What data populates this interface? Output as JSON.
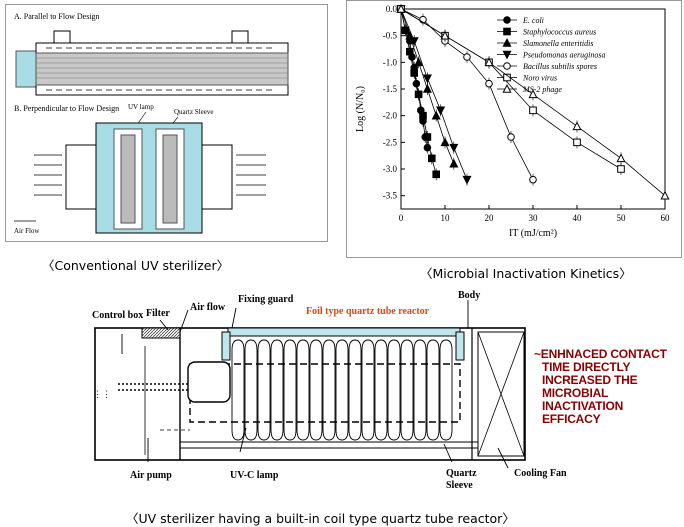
{
  "panel_a": {
    "label_a": "A. Parallel to Flow Design",
    "label_b": "B. Perpendicular  to Flow Design",
    "uv_lamp": "UV lamp",
    "quartz_sleeve": "Quartz Sleeve",
    "air_flow": "Air Flow",
    "caption": "〈Conventional UV sterilizer〉"
  },
  "chart_data": {
    "type": "scatter",
    "ylabel": "Log (N/N₀)",
    "xlabel": "IT (mJ/cm²)",
    "xlim": [
      0,
      60
    ],
    "ylim": [
      -3.75,
      0
    ],
    "xticks": [
      "0",
      "10",
      "20",
      "30",
      "40",
      "50",
      "60"
    ],
    "yticks": [
      "0.0",
      "-0.5",
      "-1.0",
      "-1.5",
      "-2.0",
      "-2.5",
      "-3.0",
      "-3.5"
    ],
    "legend_position": "top-right",
    "series": [
      {
        "name": "E. coli",
        "marker": "circle-filled",
        "x": [
          0,
          1,
          2,
          2.5,
          3,
          3.5,
          4,
          4.5,
          5,
          5.5,
          6
        ],
        "y": [
          0,
          -0.4,
          -0.6,
          -0.9,
          -1.1,
          -1.4,
          -1.6,
          -1.9,
          -2.1,
          -2.4,
          -2.6
        ]
      },
      {
        "name": "Staphylococcus aureus",
        "marker": "square-filled",
        "x": [
          0,
          1,
          2,
          3,
          4,
          5,
          6,
          7,
          8
        ],
        "y": [
          0,
          -0.4,
          -0.8,
          -1.2,
          -1.6,
          -2.0,
          -2.4,
          -2.8,
          -3.1
        ]
      },
      {
        "name": "Slamonella enteritidis",
        "marker": "triangle-up-filled",
        "x": [
          0,
          2,
          4,
          6,
          8,
          10,
          12
        ],
        "y": [
          0,
          -0.5,
          -1.0,
          -1.5,
          -2.0,
          -2.5,
          -2.9
        ]
      },
      {
        "name": "Pseudomonas aeruginosa",
        "marker": "triangle-down-filled",
        "x": [
          0,
          3,
          6,
          9,
          12,
          15
        ],
        "y": [
          0,
          -0.6,
          -1.3,
          -1.9,
          -2.6,
          -3.2
        ]
      },
      {
        "name": "Bacillus subtilis spores",
        "marker": "circle-open",
        "x": [
          0,
          5,
          10,
          15,
          20,
          25,
          30
        ],
        "y": [
          0,
          -0.2,
          -0.6,
          -0.9,
          -1.4,
          -2.4,
          -3.2
        ]
      },
      {
        "name": "Noro virus",
        "marker": "square-open",
        "x": [
          0,
          10,
          20,
          30,
          40,
          50
        ],
        "y": [
          0,
          -0.5,
          -1.0,
          -1.9,
          -2.5,
          -3.0
        ]
      },
      {
        "name": "MS-2 phage",
        "marker": "triangle-up-open",
        "x": [
          0,
          10,
          20,
          30,
          40,
          50,
          60
        ],
        "y": [
          0,
          -0.5,
          -1.0,
          -1.6,
          -2.2,
          -2.8,
          -3.5
        ]
      }
    ],
    "caption": "〈Microbial Inactivation Kinetics〉"
  },
  "reactor": {
    "control_box": "Control box",
    "filter": "Filter",
    "air_flow": "Air flow",
    "fixing_guard": "Fixing guard",
    "foil_reactor": "Foil type quartz tube reactor",
    "body": "Body",
    "uvc_lamp": "UV-C lamp",
    "air_pump": "Air pump",
    "quartz": "Quartz",
    "sleeve": "Sleeve",
    "cooling_fan": "Cooling Fan",
    "caption": "〈UV sterilizer having a built-in coil type quartz tube reactor〉"
  },
  "note": {
    "line1": "~ENHNACED CONTACT",
    "line2": "TIME DIRECTLY",
    "line3": "INCREASED THE MICROBIAL",
    "line4": "INACTIVATION EFFICACY",
    "color": "#8b0000"
  }
}
